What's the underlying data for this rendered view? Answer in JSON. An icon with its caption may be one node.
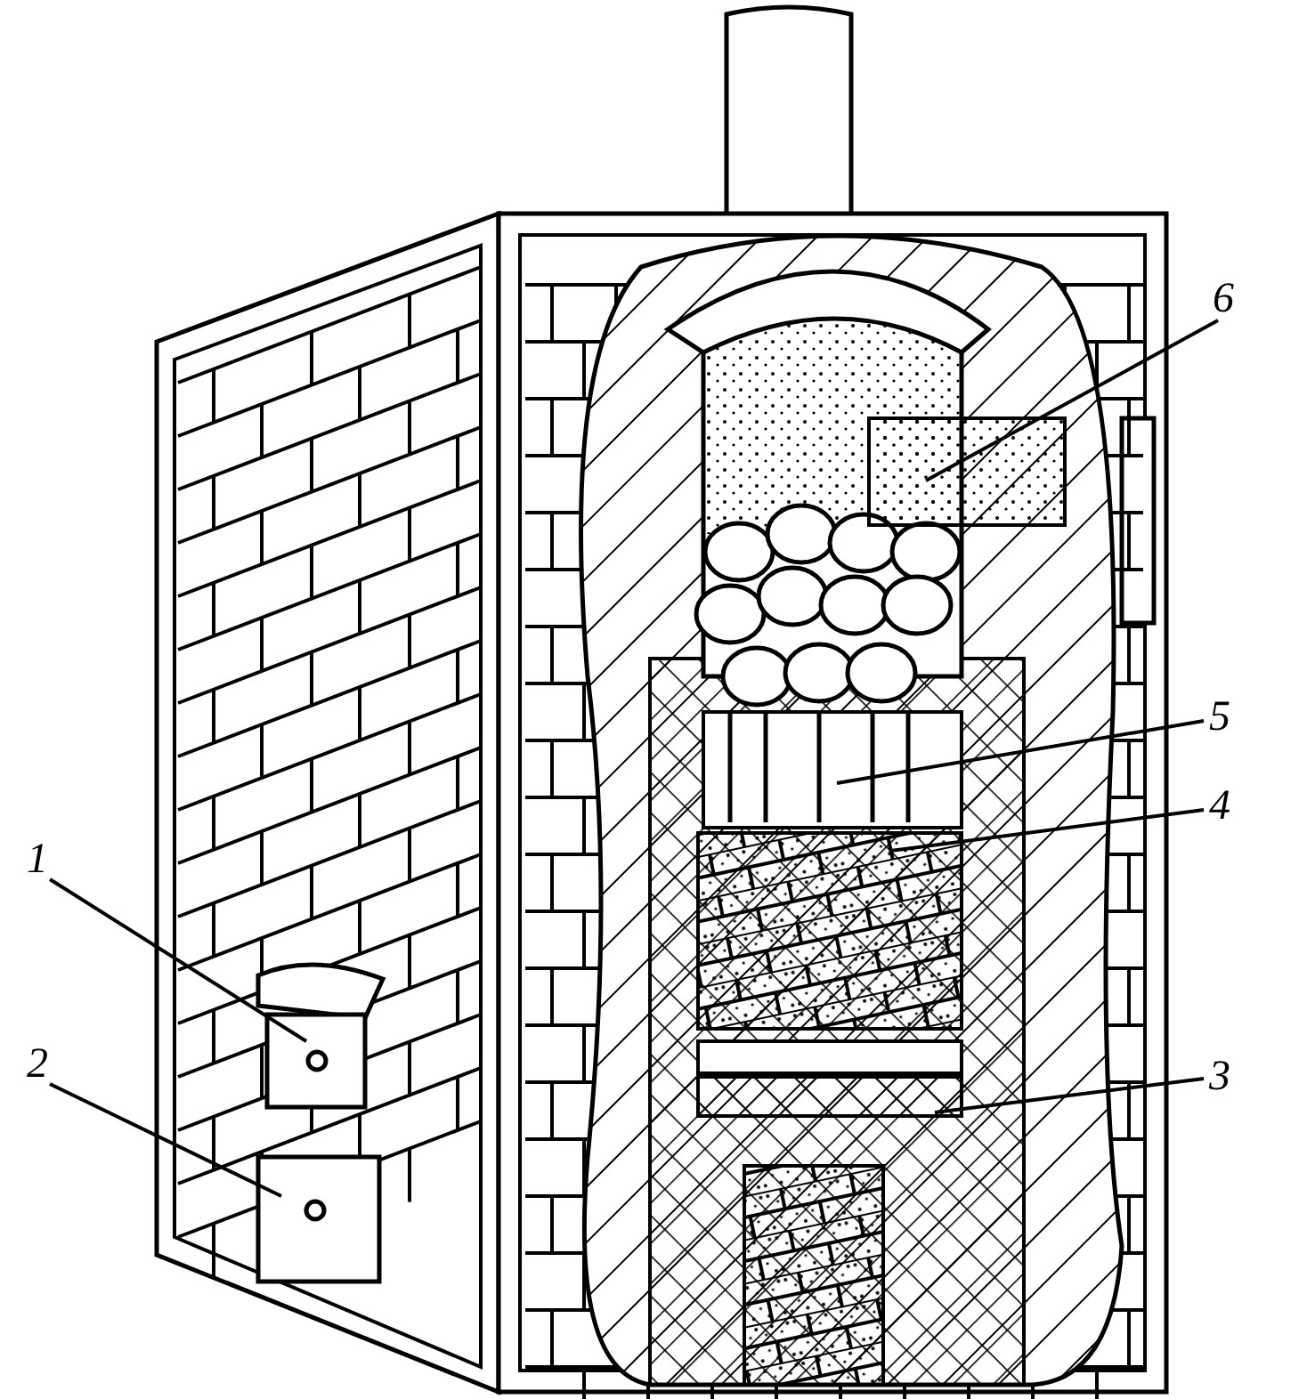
{
  "diagram": {
    "nodes": [
      {
        "text": [
          "1"
        ]
      },
      {
        "text": [
          "2"
        ]
      },
      {
        "text": [
          "3"
        ]
      },
      {
        "text": [
          "4"
        ]
      },
      {
        "text": [
          "5"
        ]
      },
      {
        "text": [
          "6"
        ]
      }
    ],
    "edges": [
      {
        "from": 0,
        "to": null,
        "arrow": "none"
      },
      {
        "from": 1,
        "to": null,
        "arrow": "none"
      },
      {
        "from": 2,
        "to": null,
        "arrow": "none"
      },
      {
        "from": 3,
        "to": null,
        "arrow": "none"
      },
      {
        "from": 4,
        "to": null,
        "arrow": "none"
      },
      {
        "from": 5,
        "to": null,
        "arrow": "none"
      }
    ]
  }
}
